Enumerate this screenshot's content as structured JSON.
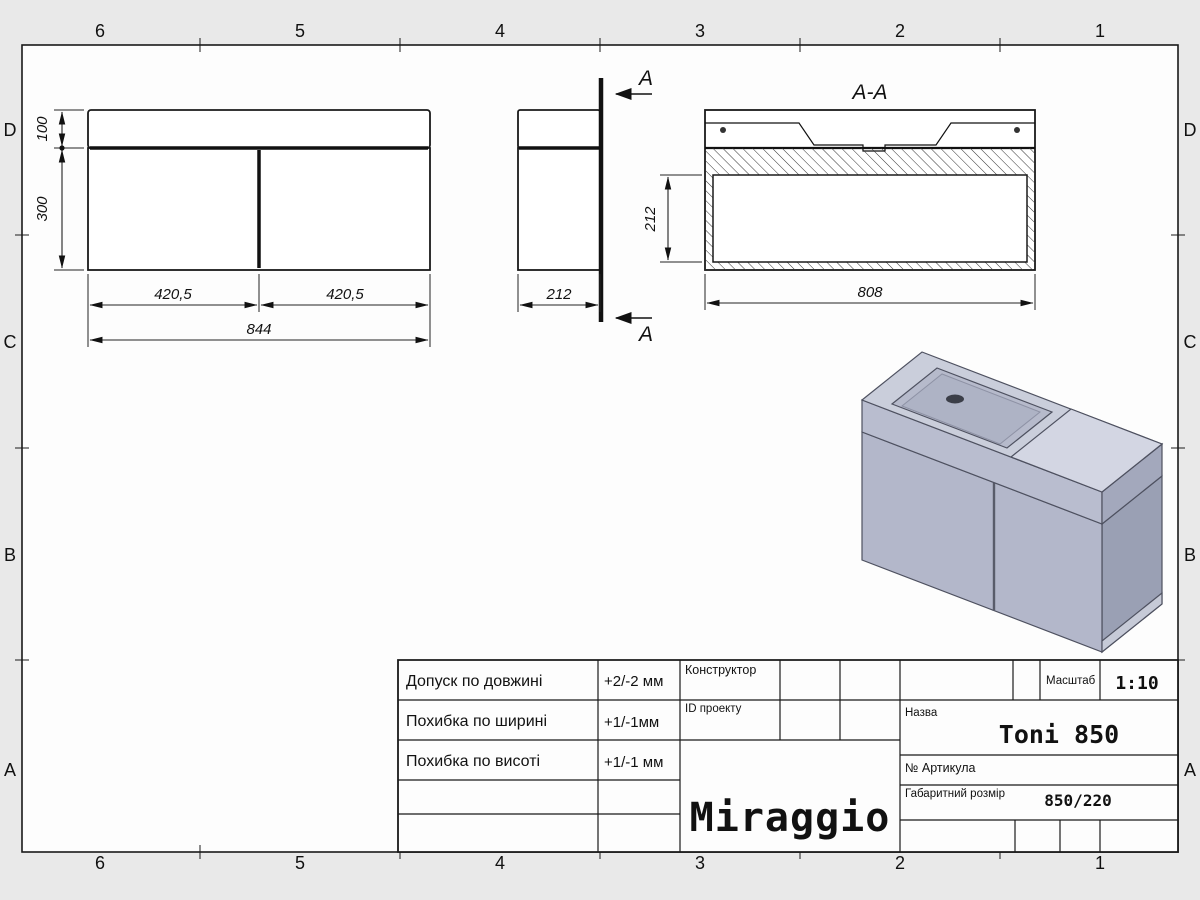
{
  "sheet": {
    "zone_columns": [
      "6",
      "5",
      "4",
      "3",
      "2",
      "1"
    ],
    "zone_rows": [
      "D",
      "C",
      "B",
      "A"
    ]
  },
  "front_view": {
    "dim_height_top": "100",
    "dim_height_bottom": "300",
    "dim_width_left": "420,5",
    "dim_width_right": "420,5",
    "dim_width_total": "844"
  },
  "side_view": {
    "dim_depth": "212",
    "section_label_top": "A",
    "section_label_bottom": "A"
  },
  "section_view": {
    "title": "A-A",
    "dim_inner_height": "212",
    "dim_inner_width": "808"
  },
  "title_block": {
    "rows": [
      {
        "label": "Допуск по довжині",
        "value": "+2/-2 мм"
      },
      {
        "label": "Похибка по ширині",
        "value": "+1/-1мм"
      },
      {
        "label": "Похибка по висоті",
        "value": "+1/-1 мм"
      }
    ],
    "constructor_label": "Конструктор",
    "project_id_label": "ID проекту",
    "brand": "Miraggio",
    "scale_label": "Масштаб",
    "scale_value": "1:10",
    "name_label": "Назва",
    "name_value": "Toni 850",
    "article_label": "№  Артикула",
    "size_label": "Габаритний розмір",
    "size_value": "850/220"
  }
}
